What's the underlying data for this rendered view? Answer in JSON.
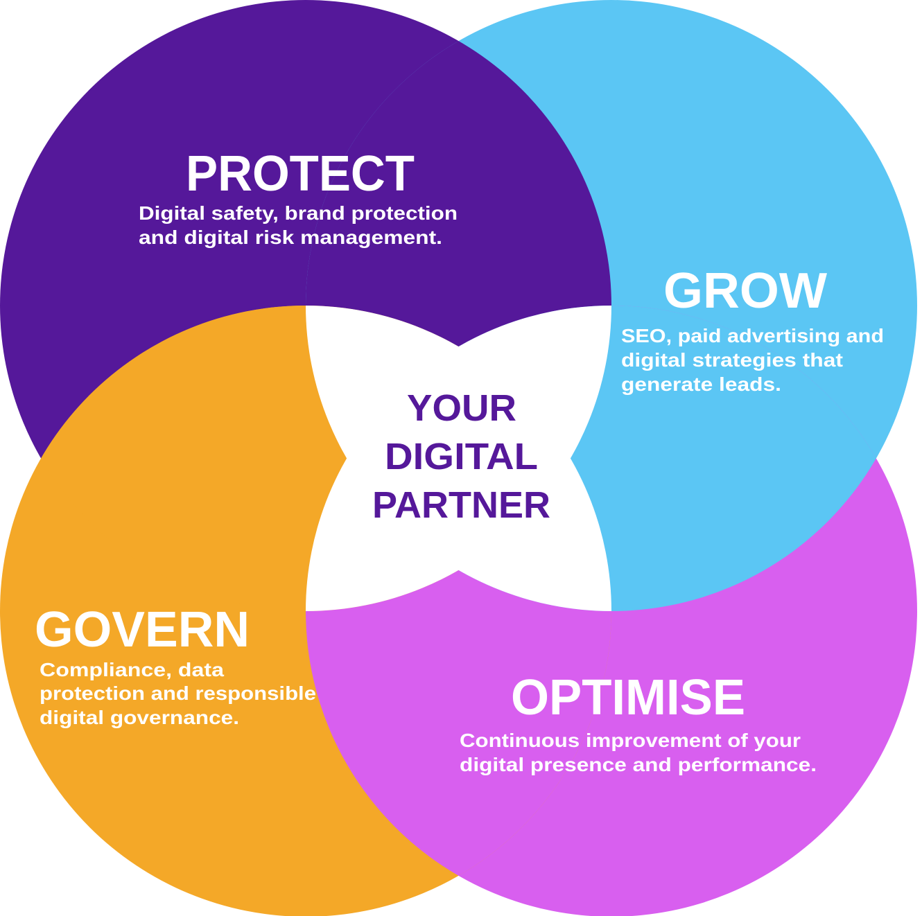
{
  "colors": {
    "protect": "#55189A",
    "grow": "#5BC6F4",
    "optimise": "#D85FEF",
    "govern": "#F4A828",
    "center_text": "#55189A",
    "center_fill": "#FFFFFF"
  },
  "center": {
    "lines": [
      "YOUR",
      "DIGITAL",
      "PARTNER"
    ]
  },
  "protect": {
    "title": "PROTECT",
    "lines": [
      "Digital safety, brand protection",
      "and digital risk management."
    ]
  },
  "grow": {
    "title": "GROW",
    "lines": [
      "SEO, paid advertising and",
      "digital strategies that",
      "generate leads."
    ]
  },
  "govern": {
    "title": "GOVERN",
    "lines": [
      "Compliance, data",
      "protection and responsible",
      "digital governance."
    ]
  },
  "optimise": {
    "title": "OPTIMISE",
    "lines": [
      "Continuous improvement of your",
      "digital presence and performance."
    ]
  }
}
